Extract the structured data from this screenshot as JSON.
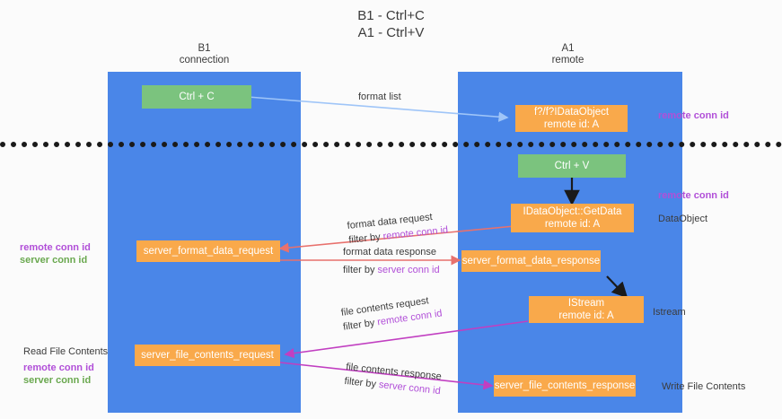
{
  "title": {
    "line1": "B1 - Ctrl+C",
    "line2": "A1 - Ctrl+V"
  },
  "columns": [
    {
      "name": "B1",
      "sub": "connection"
    },
    {
      "name": "A1",
      "sub": "remote"
    }
  ],
  "boxes": {
    "ctrl_c": "Ctrl + C",
    "idataobject": "f?/f?IDataObject",
    "idataobject_sub": "remote id: A",
    "ctrl_v": "Ctrl + V",
    "getdata": "IDataObject::GetData",
    "getdata_sub": "remote id: A",
    "server_format_data_request": "server_format_data_request",
    "server_format_data_response": "server_format_data_response",
    "istream": "IStream",
    "istream_sub": "remote id: A",
    "server_file_contents_request": "server_file_contents_request",
    "server_file_contents_response": "server_file_contents_response"
  },
  "edge_labels": {
    "format_list": "format list",
    "format_data_request": "format data request",
    "format_data_request_filter_prefix": "filter by ",
    "format_data_request_filter_key": "remote conn id",
    "format_data_response": "format data response",
    "format_data_response_filter_prefix": "filter by ",
    "format_data_response_filter_key": "server conn id",
    "file_contents_request": "file contents request",
    "file_contents_request_filter_prefix": "filter by ",
    "file_contents_request_filter_key": "remote conn id",
    "file_contents_response": "file contents response",
    "file_contents_response_filter_prefix": "filter by ",
    "file_contents_response_filter_key": "server conn id"
  },
  "side_labels": {
    "right_remote_conn_id_top": "remote conn id",
    "right_remote_conn_id_mid": "remote conn id",
    "right_dataobject": "DataObject",
    "right_istream": "Istream",
    "right_write_file_contents": "Write File Contents",
    "left_remote_conn_id": "remote conn id",
    "left_server_conn_id": "server conn id",
    "left_read_file_contents": "Read File Contents",
    "left_remote_conn_id_2": "remote conn id",
    "left_server_conn_id_2": "server conn id"
  },
  "colors": {
    "lane": "#4a86e8",
    "box_orange": "#f9a94b",
    "box_green": "#7bc37e",
    "purple": "#b14fd8",
    "green_text": "#6aa84f",
    "arrow_blue": "#9fc5f8",
    "arrow_red": "#e8716d",
    "arrow_magenta": "#c13fc1",
    "arrow_black": "#1a1a1a",
    "background": "#fbfbfb"
  }
}
